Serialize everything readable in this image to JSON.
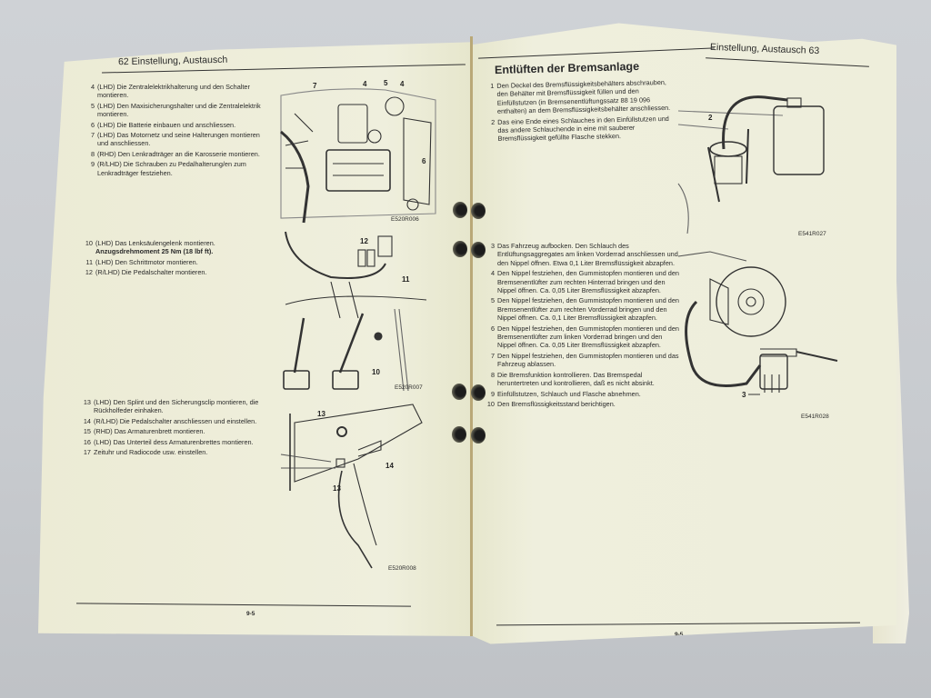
{
  "document": {
    "left_page": {
      "header": "62  Einstellung, Austausch",
      "page_number": "62",
      "section": "Einstellung, Austausch",
      "steps_group_1": [
        {
          "num": "4",
          "text": "(LHD) Die Zentralelektrikhalterung und den Schalter montieren."
        },
        {
          "num": "5",
          "text": "(LHD) Den Maxisicherungshalter und die Zentralelektrik montieren."
        },
        {
          "num": "6",
          "text": "(LHD) Die Batterie einbauen und anschliessen."
        },
        {
          "num": "7",
          "text": "(LHD) Das Motornetz und seine Halterungen montieren und anschliessen."
        },
        {
          "num": "8",
          "text": "(RHD) Den Lenkradträger an die Karosserie montieren."
        },
        {
          "num": "9",
          "text": "(R/LHD) Die Schrauben zu Pedalhalterung/en zum Lenkradträger festziehen."
        }
      ],
      "steps_group_2": [
        {
          "num": "10",
          "text": "(LHD) Das Lenksäulengelenk montieren.",
          "note": "Anzugsdrehmoment 25 Nm (18 lbf ft)."
        },
        {
          "num": "11",
          "text": "(LHD) Den Schrittmotor montieren."
        },
        {
          "num": "12",
          "text": "(R/LHD) Die Pedalschalter montieren."
        }
      ],
      "steps_group_3": [
        {
          "num": "13",
          "text": "(LHD) Den Splint und den Sicherungsclip montieren, die Rückholfeder einhaken."
        },
        {
          "num": "14",
          "text": "(R/LHD) Die Pedalschalter anschliessen und einstellen."
        },
        {
          "num": "15",
          "text": "(RHD) Das Armaturenbrett montieren."
        },
        {
          "num": "16",
          "text": "(LHD) Das Unterteil dess Armaturenbrettes montieren."
        },
        {
          "num": "17",
          "text": "Zeituhr und Radiocode usw. einstellen."
        }
      ],
      "figures": [
        {
          "id": "E520R006",
          "callouts": [
            "7",
            "4",
            "5",
            "4",
            "6"
          ]
        },
        {
          "id": "E520R007",
          "callouts": [
            "12",
            "11",
            "10"
          ]
        },
        {
          "id": "E520R008",
          "callouts": [
            "13",
            "14",
            "13"
          ]
        }
      ],
      "footer": "9-5"
    },
    "right_page": {
      "header": "Einstellung, Austausch  63",
      "page_number": "63",
      "section": "Einstellung, Austausch",
      "title": "Entlüften der Bremsanlage",
      "steps_group_1": [
        {
          "num": "1",
          "text": "Den Deckel des Bremsflüssigkeitsbehälters abschrauben, den Behälter mit Bremsflüssigkeit füllen und den Einfüllstutzen (in Bremsenentlüftungssatz 88 19 096 enthalten) an dem Bremsflüssigkeitsbehälter anschliessen."
        },
        {
          "num": "2",
          "text": "Das eine Ende eines Schlauches in den Einfüllstutzen und das andere Schlauchende in eine mit sauberer Bremsflüssigkeit gefüllte Flasche stekken."
        }
      ],
      "steps_group_2": [
        {
          "num": "3",
          "text": "Das Fahrzeug aufbocken. Den Schlauch des Entlüftungsaggregates am linken Vorderrad anschliessen und den Nippel öffnen. Etwa 0,1 Liter Bremsflüssigkeit abzapfen."
        },
        {
          "num": "4",
          "text": "Den Nippel festziehen, den Gummistopfen montieren und den Bremsenentlüfter zum rechten Hinterrad bringen und den Nippel öffnen. Ca. 0,05 Liter Bremsflüssigkeit abzapfen."
        },
        {
          "num": "5",
          "text": "Den Nippel festziehen, den Gummistopfen montieren und den Bremsenentlüfter zum rechten Vorderrad bringen und den Nippel öffnen. Ca. 0,1 Liter Bremsflüssigkeit abzapfen."
        },
        {
          "num": "6",
          "text": "Den Nippel festziehen, den Gummistopfen montieren und den Bremsenentlüfter zum linken Vorderrad bringen und den Nippel öffnen. Ca. 0,05 Liter Bremsflüssigkeit abzapfen."
        },
        {
          "num": "7",
          "text": "Den Nippel festziehen, den Gummistopfen montieren und das Fahrzeug ablassen."
        },
        {
          "num": "8",
          "text": "Die Bremsfunktion kontrollieren. Das Bremspedal heruntertreten und kontrollieren, daß es nicht absinkt."
        },
        {
          "num": "9",
          "text": "Einfüllstutzen, Schlauch und Flasche abnehmen."
        },
        {
          "num": "10",
          "text": "Den Bremsflüssigkeitsstand berichtigen."
        }
      ],
      "figures": [
        {
          "id": "E541R027",
          "callouts": [
            "2"
          ]
        },
        {
          "id": "E541R028",
          "callouts": [
            "3"
          ]
        }
      ],
      "footer": "9-5"
    }
  },
  "colors": {
    "paper": "#eeeedc",
    "background": "#c9cccf",
    "ink": "#2a2a2a",
    "spine": "#b9a877"
  }
}
